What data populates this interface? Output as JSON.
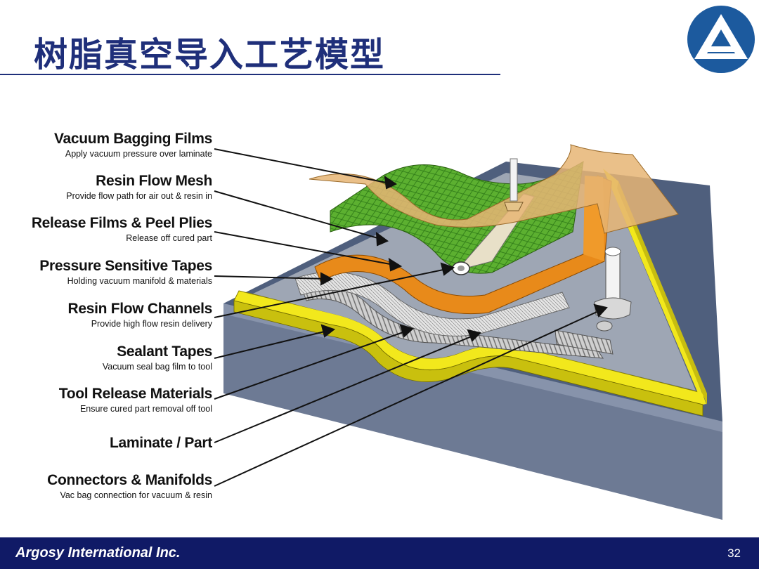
{
  "title": "树脂真空导入工艺模型",
  "logo_color": "#1c5a9e",
  "footer": {
    "company": "Argosy International Inc.",
    "page_number": "32"
  },
  "labels": [
    {
      "heading": "Vacuum Bagging Films",
      "subtext": "Apply vacuum pressure over laminate"
    },
    {
      "heading": "Resin Flow Mesh",
      "subtext": "Provide flow path for air out & resin in"
    },
    {
      "heading": "Release Films & Peel Plies",
      "subtext": "Release off cured part"
    },
    {
      "heading": "Pressure Sensitive Tapes",
      "subtext": "Holding vacuum manifold & materials"
    },
    {
      "heading": "Resin Flow Channels",
      "subtext": "Provide high flow resin delivery"
    },
    {
      "heading": "Sealant Tapes",
      "subtext": "Vacuum seal bag film to tool"
    },
    {
      "heading": "Tool Release Materials",
      "subtext": "Ensure cured part removal off tool"
    },
    {
      "heading": "Laminate / Part",
      "subtext": ""
    },
    {
      "heading": "Connectors & Manifolds",
      "subtext": "Vac bag connection for vacuum & resin"
    }
  ]
}
